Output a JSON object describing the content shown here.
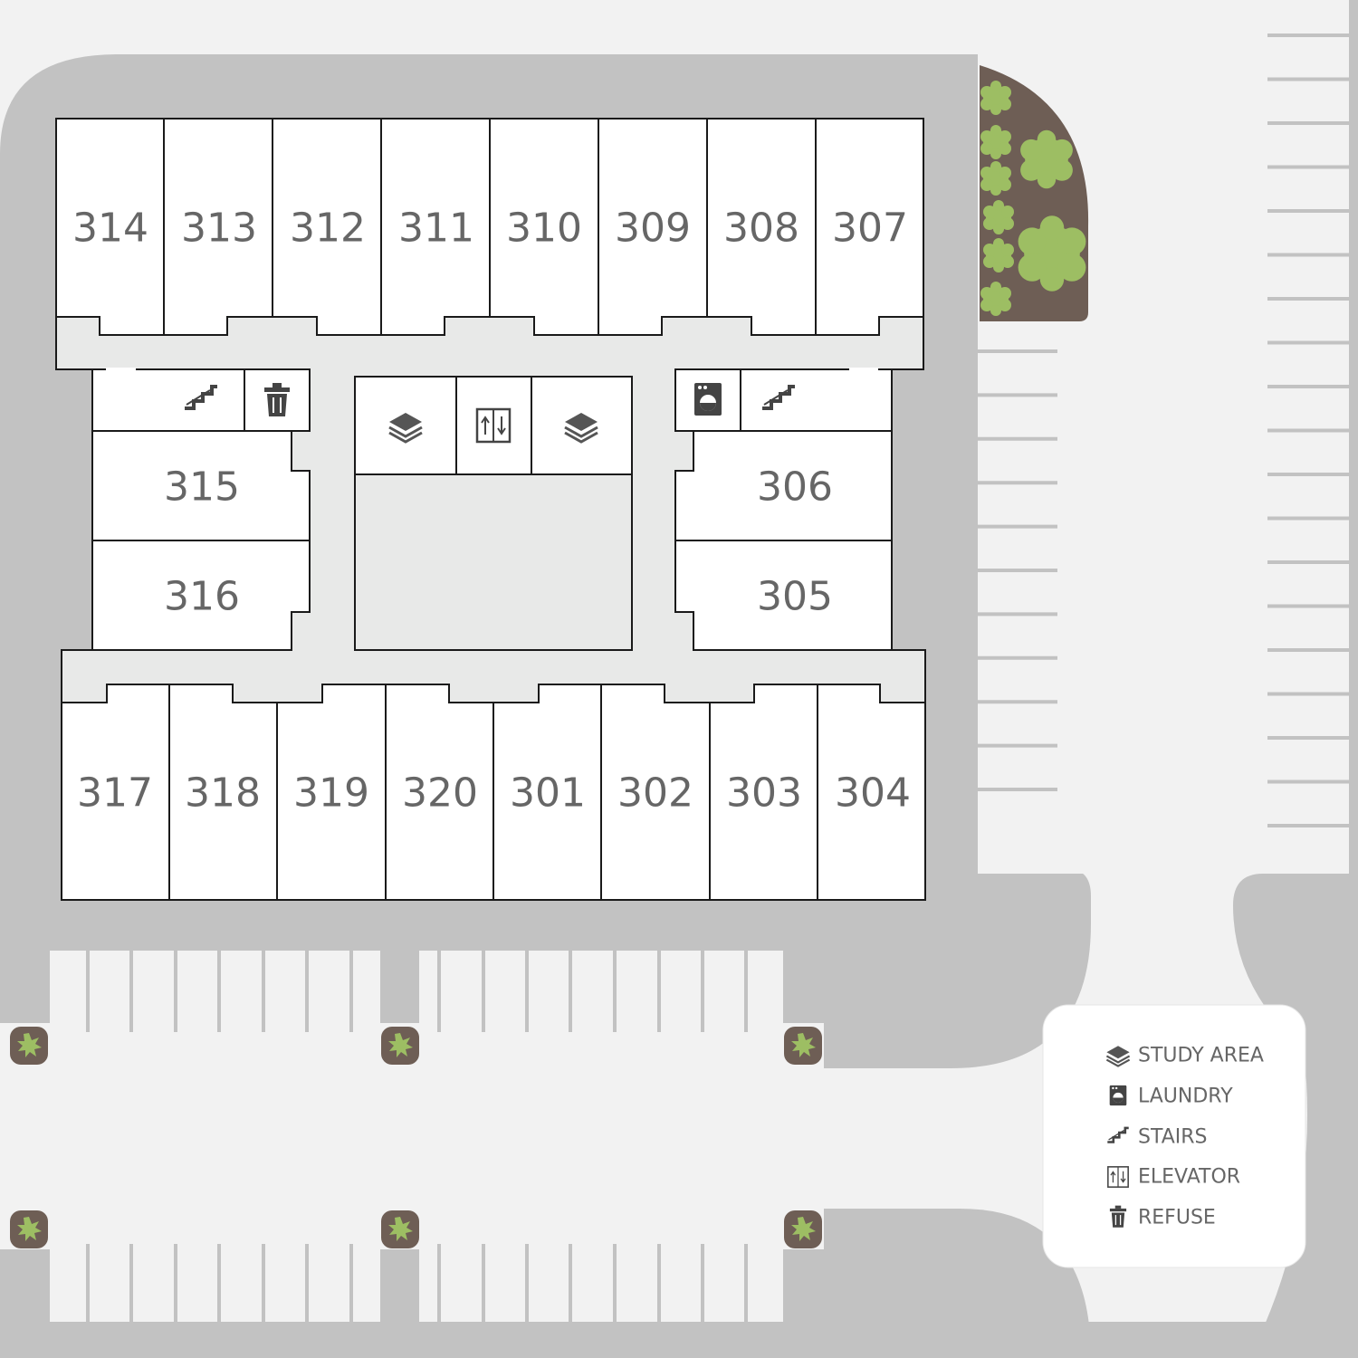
{
  "colors": {
    "background": "#f2f2f2",
    "road": "#c2c2c2",
    "unit_fill": "#ffffff",
    "hallway": "#e8e9e8",
    "outline": "#1a1a1a",
    "label": "#666666",
    "planter": "#6e5e55",
    "shrub": "#9dbe63"
  },
  "units": {
    "u314": "314",
    "u313": "313",
    "u312": "312",
    "u311": "311",
    "u310": "310",
    "u309": "309",
    "u308": "308",
    "u307": "307",
    "u315": "315",
    "u316": "316",
    "u306": "306",
    "u305": "305",
    "u317": "317",
    "u318": "318",
    "u319": "319",
    "u320": "320",
    "u301": "301",
    "u302": "302",
    "u303": "303",
    "u304": "304"
  },
  "amenities": {
    "stairs_west": "stairs-icon",
    "refuse": "refuse-icon",
    "study_west": "study-area-icon",
    "elevator": "elevator-icon",
    "study_east": "study-area-icon",
    "laundry": "laundry-icon",
    "stairs_east": "stairs-icon"
  },
  "legend": {
    "items": [
      {
        "icon": "study-area-icon",
        "label": "STUDY AREA"
      },
      {
        "icon": "laundry-icon",
        "label": "LAUNDRY"
      },
      {
        "icon": "stairs-icon",
        "label": "STAIRS"
      },
      {
        "icon": "elevator-icon",
        "label": "ELEVATOR"
      },
      {
        "icon": "refuse-icon",
        "label": "REFUSE"
      }
    ]
  }
}
